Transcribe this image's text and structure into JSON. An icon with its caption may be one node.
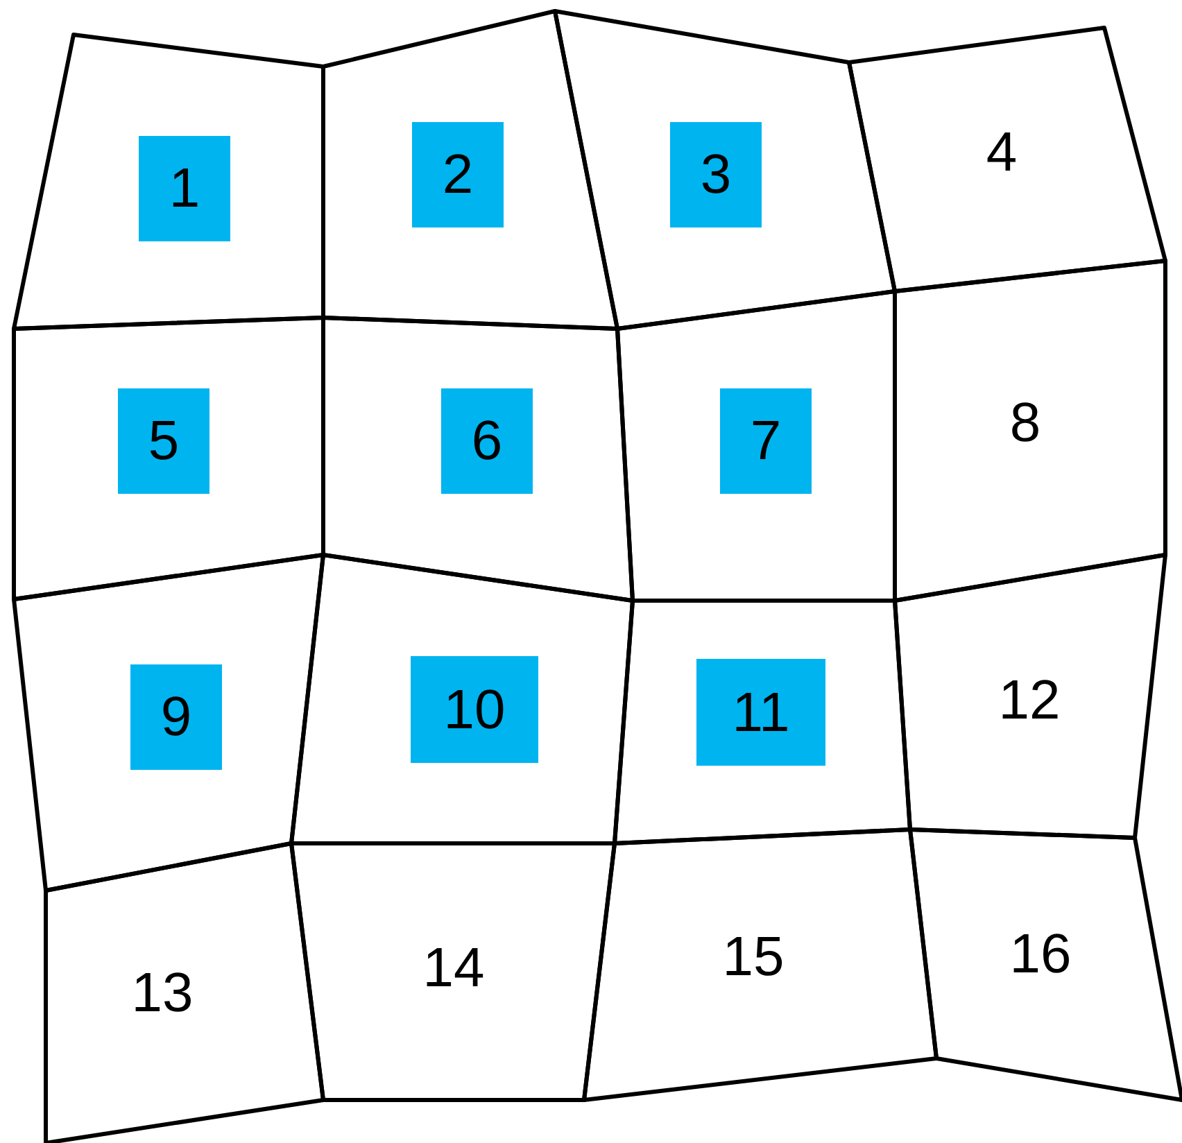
{
  "diagram": {
    "nodes": [
      {
        "text": [],
        "shape": "box"
      },
      {
        "text": [
          "1"
        ],
        "in": 0
      },
      {
        "text": [],
        "shape": "box"
      },
      {
        "text": [
          "2"
        ],
        "in": 2
      },
      {
        "text": [],
        "shape": "box"
      },
      {
        "text": [
          "3"
        ],
        "in": 4
      },
      {
        "text": [
          "4"
        ]
      },
      {
        "text": [],
        "shape": "box"
      },
      {
        "text": [
          "5"
        ],
        "in": 7
      },
      {
        "text": [],
        "shape": "box"
      },
      {
        "text": [
          "6"
        ],
        "in": 9
      },
      {
        "text": [],
        "shape": "box"
      },
      {
        "text": [
          "7"
        ],
        "in": 11
      },
      {
        "text": [
          "8"
        ]
      },
      {
        "text": [],
        "shape": "box"
      },
      {
        "text": [
          "9"
        ],
        "in": 14
      },
      {
        "text": [],
        "shape": "box"
      },
      {
        "text": [
          "10"
        ],
        "in": 16
      },
      {
        "text": [],
        "shape": "box"
      },
      {
        "text": [
          "11"
        ],
        "in": 18
      },
      {
        "text": [
          "12"
        ]
      },
      {
        "text": [
          "13"
        ]
      },
      {
        "text": [
          "14"
        ]
      },
      {
        "text": [
          "15"
        ]
      },
      {
        "text": [
          "16"
        ]
      }
    ]
  }
}
